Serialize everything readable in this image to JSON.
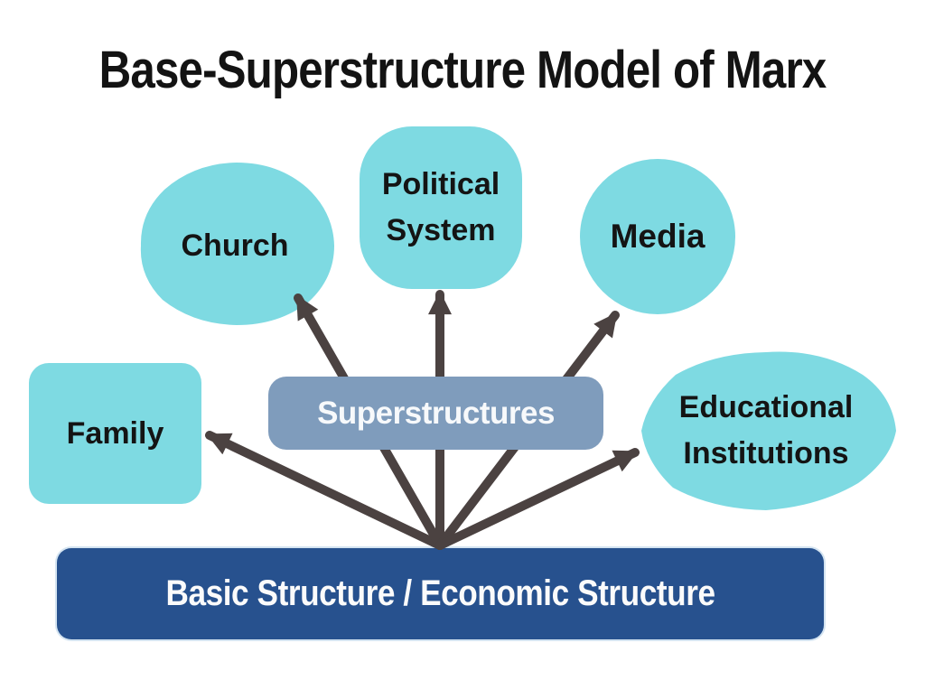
{
  "title": "Base-Superstructure Model of Marx",
  "colors": {
    "node_fill": "#7EDAE2",
    "superstructures_fill": "#7F9CBC",
    "base_fill": "#27518E",
    "arrow": "#4B4241",
    "title_text": "#131313",
    "label_text": "#141414",
    "light_text": "#FBFBFB",
    "background": "#FFFFFF"
  },
  "nodes": {
    "church": {
      "label": "Church",
      "shape": "wavy-blob"
    },
    "political_system": {
      "lines": [
        "Political",
        "System"
      ],
      "shape": "rounded-square"
    },
    "media": {
      "label": "Media",
      "shape": "circle"
    },
    "family": {
      "label": "Family",
      "shape": "rounded-rectangle"
    },
    "educational_institutions": {
      "lines": [
        "Educational",
        "Institutions"
      ],
      "shape": "organic-blob"
    },
    "superstructures": {
      "label": "Superstructures",
      "shape": "rounded-bar"
    },
    "base": {
      "label": "Basic Structure / Economic Structure",
      "shape": "rounded-bar"
    }
  },
  "edges": [
    {
      "from": "base",
      "to": "family"
    },
    {
      "from": "base",
      "to": "church"
    },
    {
      "from": "base",
      "to": "political_system"
    },
    {
      "from": "base",
      "to": "media"
    },
    {
      "from": "base",
      "to": "educational_institutions"
    }
  ]
}
